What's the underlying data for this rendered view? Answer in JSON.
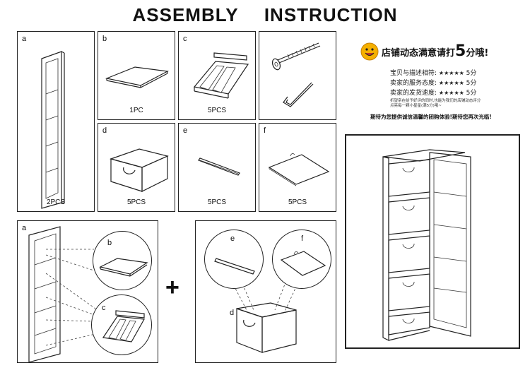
{
  "title": {
    "part1": "ASSEMBLY",
    "part2": "INSTRUCTION"
  },
  "parts": [
    {
      "letter": "a",
      "qty": "2PCS"
    },
    {
      "letter": "b",
      "qty": "1PC"
    },
    {
      "letter": "c",
      "qty": "5PCS"
    },
    {
      "letter": "d",
      "qty": "5PCS"
    },
    {
      "letter": "e",
      "qty": "5PCS"
    },
    {
      "letter": "f",
      "qty": "5PCS"
    }
  ],
  "rating": {
    "heading_pre": "店铺动态满意请打",
    "heading_num": "5",
    "heading_post": "分哦!",
    "rows": [
      {
        "label": "宝贝与描述相符:",
        "stars": "★★★★★",
        "score": "5分"
      },
      {
        "label": "卖家的服务态度:",
        "stars": "★★★★★",
        "score": "5分"
      },
      {
        "label": "卖家的发货速度:",
        "stars": "★★★★★",
        "score": "5分"
      }
    ],
    "note_line1": "折望亲在给予好评的同时,也能为我们的店铺动态评分",
    "note_line2": "点亮每一颗小星星(满5分)哦~",
    "footer": "期待为您提供诚信温馨的团购体验!期待您再次光临!"
  },
  "assembly": {
    "left_labels": {
      "frame": "a",
      "top": "b",
      "slide": "c"
    },
    "right_labels": {
      "rod": "e",
      "front": "f",
      "drawer": "d"
    },
    "plus": "+"
  },
  "colors": {
    "line": "#222222",
    "face": "#ffffff",
    "smiley": "#f5b000"
  }
}
